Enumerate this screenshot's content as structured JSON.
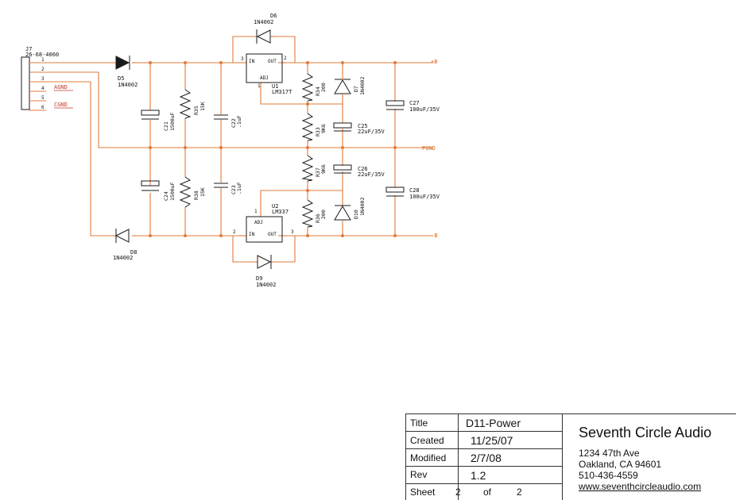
{
  "connector": {
    "ref": "J7",
    "part": "26-68-4060",
    "pins": [
      {
        "num": "1",
        "net": ""
      },
      {
        "num": "2",
        "net": ""
      },
      {
        "num": "3",
        "net": ""
      },
      {
        "num": "4",
        "net": "AGND"
      },
      {
        "num": "5",
        "net": ""
      },
      {
        "num": "6",
        "net": "CGND"
      }
    ]
  },
  "nets": {
    "pos": "+B",
    "gnd": "PGND",
    "neg": "-B"
  },
  "components": {
    "d5": {
      "ref": "D5",
      "part": "1N4002"
    },
    "d6": {
      "ref": "D6",
      "part": "1N4002"
    },
    "d7": {
      "ref": "D7",
      "part": "1N4002"
    },
    "d8": {
      "ref": "D8",
      "part": "1N4002"
    },
    "d9": {
      "ref": "D9",
      "part": "1N4002"
    },
    "d10": {
      "ref": "D10",
      "part": "1N4002"
    },
    "c21": {
      "ref": "C21",
      "value": "1500uF"
    },
    "c24": {
      "ref": "C24",
      "value": "1500uF"
    },
    "c22": {
      "ref": "C22",
      "value": ".1uF"
    },
    "c23": {
      "ref": "C23",
      "value": ".1uF"
    },
    "c25": {
      "ref": "C25",
      "value": "22uF/35V"
    },
    "c26": {
      "ref": "C26",
      "value": "22uF/35V"
    },
    "c27": {
      "ref": "C27",
      "value": "100uF/35V"
    },
    "c28": {
      "ref": "C28",
      "value": "100uF/35V"
    },
    "r35": {
      "ref": "R35",
      "value": "15K"
    },
    "r38": {
      "ref": "R38",
      "value": "15K"
    },
    "r33": {
      "ref": "R33",
      "value": "9K6"
    },
    "r34": {
      "ref": "R34",
      "value": "200"
    },
    "r36": {
      "ref": "R36",
      "value": "200"
    },
    "r37": {
      "ref": "R37",
      "value": "9K6"
    },
    "u1": {
      "ref": "U1",
      "part": "LM317T",
      "pin_in": "IN",
      "pin_out": "OUT",
      "pin_adj": "ADJ",
      "pinnum_in": "3",
      "pinnum_out": "2",
      "pinnum_adj": "1"
    },
    "u2": {
      "ref": "U2",
      "part": "LM337",
      "pin_in": "IN",
      "pin_out": "OUT",
      "pin_adj": "ADJ",
      "pinnum_in": "2",
      "pinnum_out": "3",
      "pinnum_adj": "1"
    }
  },
  "titleblock": {
    "title_label": "Title",
    "title_value": "D11-Power",
    "created_label": "Created",
    "created_value": "11/25/07",
    "modified_label": "Modified",
    "modified_value": "2/7/08",
    "rev_label": "Rev",
    "rev_value": "1.2",
    "sheet_label": "Sheet",
    "sheet_num": "2",
    "sheet_of": "of",
    "sheet_total": "2",
    "company": "Seventh Circle Audio",
    "address1": "1234 47th Ave",
    "address2": "Oakland, CA  94601",
    "phone": "510-436-4559",
    "website": "www.seventhcircleaudio.com"
  }
}
